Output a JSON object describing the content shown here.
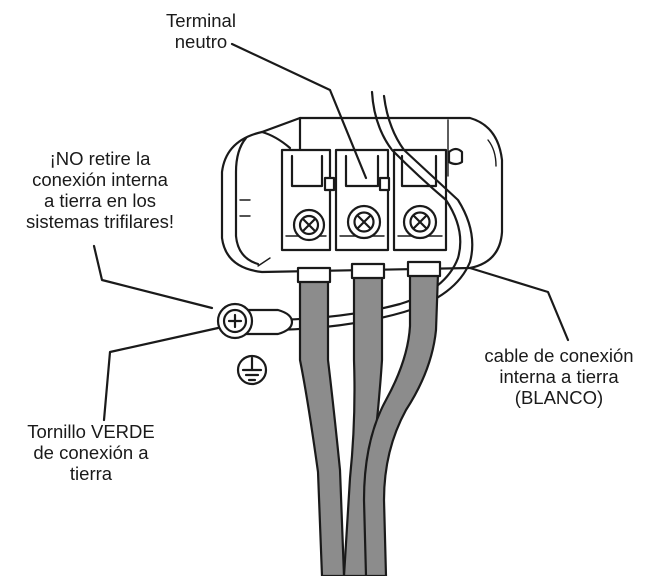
{
  "labels": {
    "neutral_terminal": "Terminal\nneutro",
    "warning": "¡NO retire la\nconexión interna\na tierra en los\nsistemas trifilares!",
    "green_screw": "Tornillo VERDE\nde conexión a\ntierra",
    "ground_strap": "cable de conexión\ninterna a tierra\n(BLANCO)"
  },
  "colors": {
    "ink": "#1a1a1a",
    "cable_fill": "#8c8c8c",
    "block_fill": "#ffffff"
  },
  "icons": [
    "ground-symbol-icon",
    "screw-icon"
  ]
}
